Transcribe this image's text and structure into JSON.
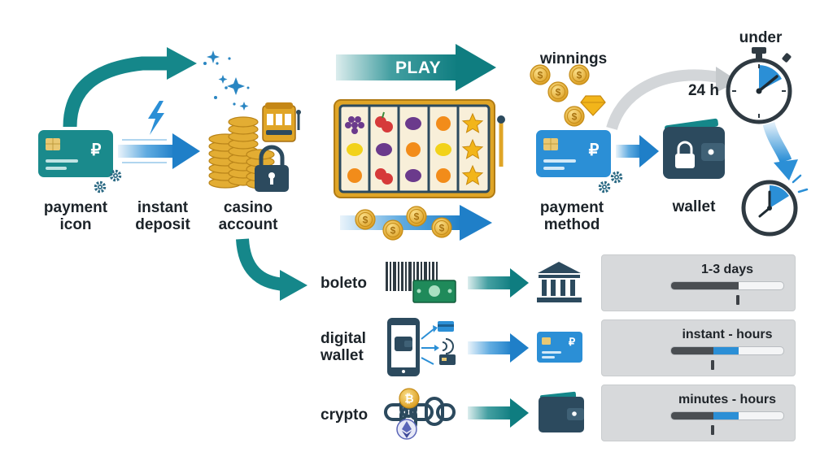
{
  "top_flow": {
    "payment_icon": {
      "line1": "payment",
      "line2": "icon"
    },
    "instant_deposit": {
      "line1": "instant",
      "line2": "deposit"
    },
    "casino_account": {
      "line1": "casino",
      "line2": "account"
    },
    "play": "PLAY",
    "winnings": "winnings",
    "payment_method": {
      "line1": "payment",
      "line2": "method"
    },
    "wallet": "wallet",
    "under": "under",
    "time_24h": "24 h",
    "card_currency_symbol": "₽"
  },
  "withdrawal_methods": [
    {
      "label_line1": "boleto",
      "label_line2": "",
      "timing": "1-3 days",
      "progress_dark": 0.6,
      "progress_blue": 0.0,
      "marker": 0.6
    },
    {
      "label_line1": "digital",
      "label_line2": "wallet",
      "timing": "instant - hours",
      "progress_dark": 0.38,
      "progress_blue": 0.22,
      "marker": 0.38
    },
    {
      "label_line1": "crypto",
      "label_line2": "",
      "timing": "minutes - hours",
      "progress_dark": 0.38,
      "progress_blue": 0.22,
      "marker": 0.38
    }
  ],
  "colors": {
    "teal": "#15878a",
    "blue": "#2b8fd6",
    "gold": "#e0a526",
    "navy": "#2c4a5e",
    "panel": "#d7d9db"
  },
  "icons": [
    "credit-card-icon",
    "gear-icon",
    "lightning-icon",
    "sparkle-icon",
    "coin-stack-icon",
    "padlock-icon",
    "slot-machine-icon",
    "coin-icon",
    "diamond-icon",
    "wallet-icon",
    "stopwatch-icon",
    "clock-icon",
    "barcode-icon",
    "banknote-icon",
    "bank-icon",
    "smartphone-icon",
    "contactless-icon",
    "bitcoin-icon",
    "ethereum-icon",
    "chain-icon"
  ]
}
